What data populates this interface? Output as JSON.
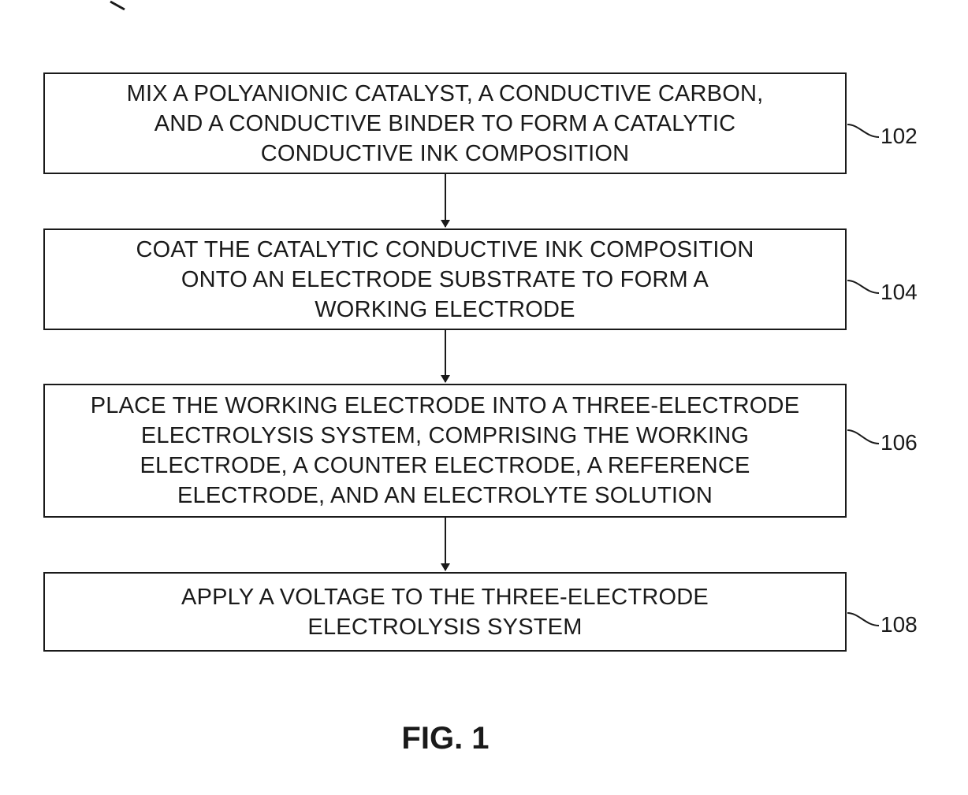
{
  "steps": [
    {
      "ref": "102",
      "text": "MIX A POLYANIONIC CATALYST, A CONDUCTIVE CARBON,\nAND A CONDUCTIVE BINDER TO FORM A CATALYTIC\nCONDUCTIVE INK COMPOSITION"
    },
    {
      "ref": "104",
      "text": "COAT THE CATALYTIC CONDUCTIVE INK COMPOSITION\nONTO AN ELECTRODE SUBSTRATE TO FORM A\nWORKING ELECTRODE"
    },
    {
      "ref": "106",
      "text": "PLACE THE WORKING ELECTRODE INTO A THREE-ELECTRODE\nELECTROLYSIS SYSTEM, COMPRISING THE WORKING\nELECTRODE, A COUNTER ELECTRODE, A REFERENCE\nELECTRODE, AND AN ELECTROLYTE SOLUTION"
    },
    {
      "ref": "108",
      "text": "APPLY A VOLTAGE TO THE THREE-ELECTRODE\nELECTROLYSIS SYSTEM"
    }
  ],
  "figure_caption": "FIG. 1",
  "colors": {
    "line": "#1a1a1a",
    "background": "#ffffff"
  }
}
